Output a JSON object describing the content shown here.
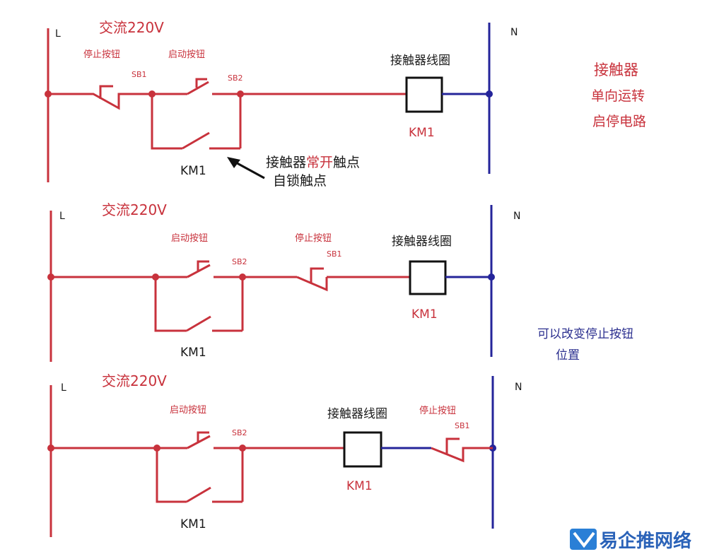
{
  "colors": {
    "red": "#c8323c",
    "blue": "#24249a",
    "text_blue": "#2b2f8f",
    "black": "#1a1a1a"
  },
  "circuits": [
    {
      "supply_label": "交流220V",
      "l_label": "L",
      "n_label": "N",
      "stop_button": "停止按钮",
      "stop_id": "SB1",
      "start_button": "启动按钮",
      "start_id": "SB2",
      "coil_label": "接触器线圈",
      "coil_id": "KM1",
      "contact_id": "KM1"
    },
    {
      "supply_label": "交流220V",
      "l_label": "L",
      "n_label": "N",
      "stop_button": "停止按钮",
      "stop_id": "SB1",
      "start_button": "启动按钮",
      "start_id": "SB2",
      "coil_label": "接触器线圈",
      "coil_id": "KM1",
      "contact_id": "KM1"
    },
    {
      "supply_label": "交流220V",
      "l_label": "L",
      "n_label": "N",
      "stop_button": "停止按钮",
      "stop_id": "SB1",
      "start_button": "启动按钮",
      "start_id": "SB2",
      "coil_label": "接触器线圈",
      "coil_id": "KM1",
      "contact_id": "KM1"
    }
  ],
  "annotation": {
    "prefix": "接触器",
    "highlight": "常开",
    "suffix": "触点",
    "line2": "自锁触点"
  },
  "title_lines": [
    "接触器",
    "单向运转",
    "启停电路"
  ],
  "note_lines": [
    "可以改变停止按钮",
    "位置"
  ],
  "watermark": "易企推网络"
}
